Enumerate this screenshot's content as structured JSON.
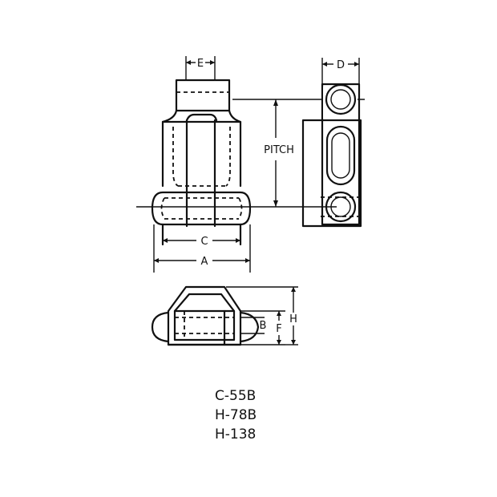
{
  "dimension_labels": {
    "e": "E",
    "d": "D",
    "pitch": "PITCH",
    "c": "C",
    "a": "A",
    "b": "B",
    "f": "F",
    "h": "H"
  },
  "part_numbers": [
    "C-55B",
    "H-78B",
    "H-138"
  ]
}
